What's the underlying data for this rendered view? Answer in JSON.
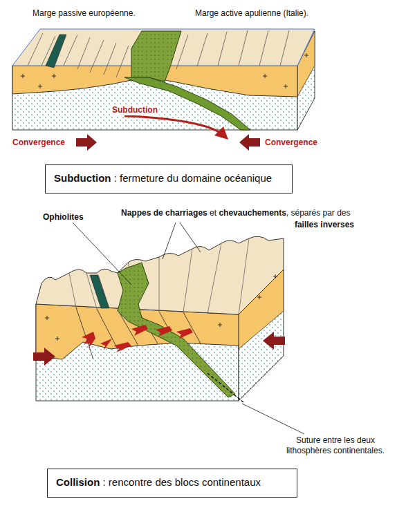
{
  "diagram": {
    "nodes": [
      {
        "text": [
          "Subduction",
          " : fermeture du domaine océanique"
        ]
      },
      {
        "text": [
          "Collision",
          " : rencontre des blocs continentaux"
        ]
      }
    ],
    "labels": [
      "Marge passive européenne.",
      "Marge active apulienne (Italie).",
      "Subduction",
      "Convergence",
      "Convergence",
      "Ophiolites",
      "Nappes de charriages",
      " et ",
      "chevauchements",
      ", séparés par des",
      "failles inverses",
      "Suture entre les deux lithosphères continentales."
    ]
  }
}
